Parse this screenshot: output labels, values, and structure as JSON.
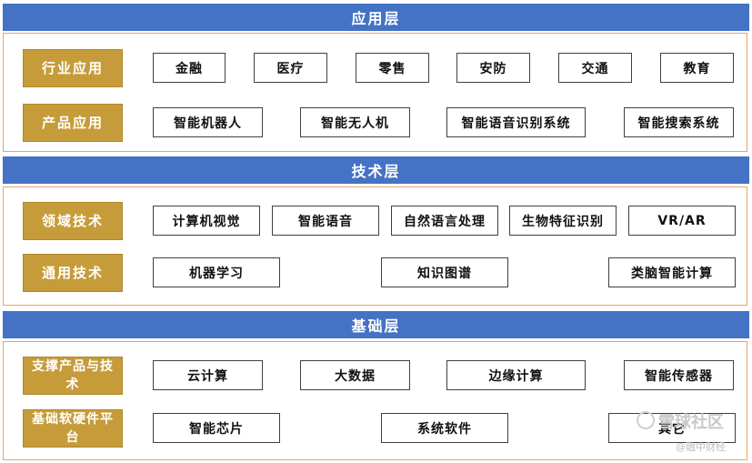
{
  "layers": [
    {
      "title": "应用层",
      "rows": [
        {
          "label": "行业应用",
          "items": [
            "金融",
            "医疗",
            "零售",
            "安防",
            "交通",
            "教育"
          ]
        },
        {
          "label": "产品应用",
          "items": [
            "智能机器人",
            "智能无人机",
            "智能语音识别系统",
            "智能搜索系统"
          ]
        }
      ]
    },
    {
      "title": "技术层",
      "rows": [
        {
          "label": "领域技术",
          "items": [
            "计算机视觉",
            "智能语音",
            "自然语言处理",
            "生物特征识别",
            "VR/AR"
          ]
        },
        {
          "label": "通用技术",
          "items": [
            "机器学习",
            "知识图谱",
            "类脑智能计算"
          ]
        }
      ]
    },
    {
      "title": "基础层",
      "rows": [
        {
          "label": "支撑产品与技术",
          "items": [
            "云计算",
            "大数据",
            "边缘计算",
            "智能传感器"
          ]
        },
        {
          "label": "基础软硬件平台",
          "items": [
            "智能芯片",
            "系统软件",
            "其它"
          ]
        }
      ]
    }
  ],
  "watermark": {
    "main": "雪球社区",
    "sub": "@融中财经"
  }
}
